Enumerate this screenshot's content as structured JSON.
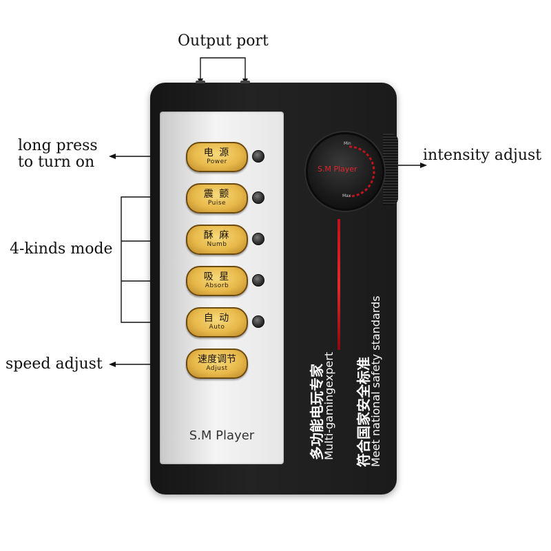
{
  "labels": {
    "output_port": "Output port",
    "long_press_line1": "long press",
    "long_press_line2": "to turn on",
    "intensity_adjust": "intensity adjust",
    "four_kinds_mode": "4-kinds mode",
    "speed_adjust": "speed adjust"
  },
  "buttons": [
    {
      "zh": "电 源",
      "en": "Power"
    },
    {
      "zh": "震 颤",
      "en": "Puise"
    },
    {
      "zh": "酥 麻",
      "en": "Numb"
    },
    {
      "zh": "吸 星",
      "en": "Absorb"
    },
    {
      "zh": "自 动",
      "en": "Auto"
    },
    {
      "zh": "速度调节",
      "en": "Adjust"
    }
  ],
  "panel_brand": "S.M Player",
  "knob": {
    "label": "S.M Player",
    "min": "Min",
    "max": "Max"
  },
  "device_text": {
    "zh1": "多功能电玩专家",
    "en1": "Multi-gamingexpert",
    "zh2": "符合国家安全标准",
    "en2": "Meet national safety standards"
  },
  "colors": {
    "button_gold": "#e8b94a",
    "device_body": "#1b1b1b",
    "accent_red": "#e0242a"
  }
}
